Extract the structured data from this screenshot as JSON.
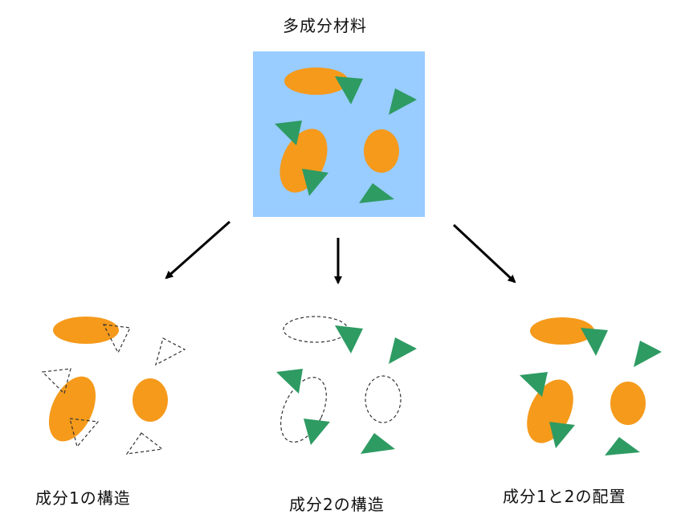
{
  "title": "多成分材料",
  "labels": {
    "component1": "成分1の構造",
    "component2": "成分2の構造",
    "arrangement": "成分1と2の配置"
  },
  "colors": {
    "background_box": "#99CCFF",
    "component1_fill": "#F59A1B",
    "component2_fill": "#2E9B63",
    "dashed_outline": "#333333",
    "arrow": "#000000"
  },
  "component1_shape": "ellipse",
  "component2_shape": "triangle"
}
